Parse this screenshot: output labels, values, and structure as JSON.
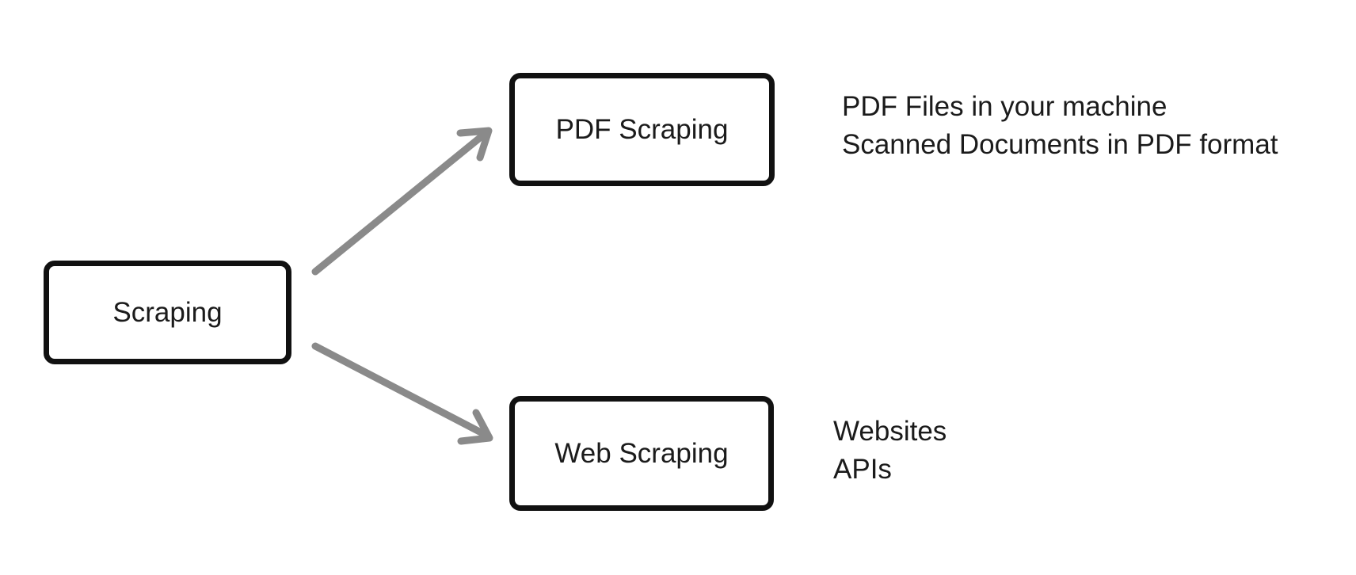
{
  "diagram": {
    "type": "flowchart",
    "root": {
      "label": "Scraping"
    },
    "branches": [
      {
        "node_label": "PDF Scraping",
        "annotations": [
          "PDF Files in your machine",
          "Scanned Documents in PDF format"
        ]
      },
      {
        "node_label": "Web Scraping",
        "annotations": [
          "Websites",
          "APIs"
        ]
      }
    ],
    "connectors": [
      {
        "from": "Scraping",
        "to": "PDF Scraping",
        "style": "straight-arrow"
      },
      {
        "from": "Scraping",
        "to": "Web Scraping",
        "style": "straight-arrow"
      }
    ],
    "colors": {
      "background": "#ffffff",
      "node_border": "#111111",
      "node_fill": "#ffffff",
      "text": "#1b1b1b",
      "arrow": "#8a8a8a"
    }
  }
}
